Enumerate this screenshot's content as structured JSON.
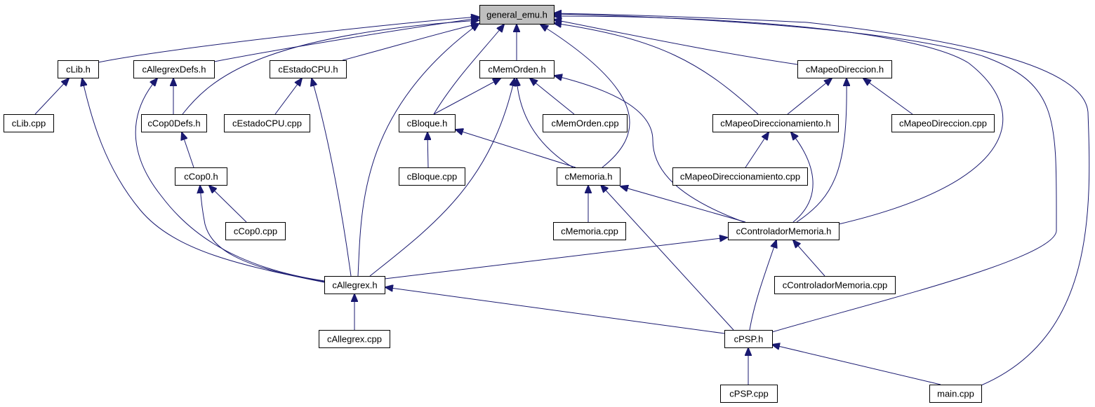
{
  "graph": {
    "root": "general_emu.h",
    "nodes": [
      {
        "id": "general_emu",
        "label": "general_emu.h",
        "root": true
      },
      {
        "id": "clib_h",
        "label": "cLib.h"
      },
      {
        "id": "callegrexdefs_h",
        "label": "cAllegrexDefs.h"
      },
      {
        "id": "cestadocpu_h",
        "label": "cEstadoCPU.h"
      },
      {
        "id": "cmemorden_h",
        "label": "cMemOrden.h"
      },
      {
        "id": "cmapeodireccion_h",
        "label": "cMapeoDireccion.h"
      },
      {
        "id": "clib_cpp",
        "label": "cLib.cpp"
      },
      {
        "id": "ccop0defs_h",
        "label": "cCop0Defs.h"
      },
      {
        "id": "cestadocpu_cpp",
        "label": "cEstadoCPU.cpp"
      },
      {
        "id": "cbloque_h",
        "label": "cBloque.h"
      },
      {
        "id": "cmemorden_cpp",
        "label": "cMemOrden.cpp"
      },
      {
        "id": "cmapeodireccionamiento_h",
        "label": "cMapeoDireccionamiento.h"
      },
      {
        "id": "cmapeodireccion_cpp",
        "label": "cMapeoDireccion.cpp"
      },
      {
        "id": "ccop0_h",
        "label": "cCop0.h"
      },
      {
        "id": "cbloque_cpp",
        "label": "cBloque.cpp"
      },
      {
        "id": "cmemoria_h",
        "label": "cMemoria.h"
      },
      {
        "id": "cmapeodireccionamiento_cpp",
        "label": "cMapeoDireccionamiento.cpp"
      },
      {
        "id": "ccop0_cpp",
        "label": "cCop0.cpp"
      },
      {
        "id": "cmemoria_cpp",
        "label": "cMemoria.cpp"
      },
      {
        "id": "ccontroladormemoria_h",
        "label": "cControladorMemoria.h"
      },
      {
        "id": "callegrex_h",
        "label": "cAllegrex.h"
      },
      {
        "id": "ccontroladormemoria_cpp",
        "label": "cControladorMemoria.cpp"
      },
      {
        "id": "callegrex_cpp",
        "label": "cAllegrex.cpp"
      },
      {
        "id": "cpsp_h",
        "label": "cPSP.h"
      },
      {
        "id": "cpsp_cpp",
        "label": "cPSP.cpp"
      },
      {
        "id": "main_cpp",
        "label": "main.cpp"
      }
    ],
    "edges": [
      {
        "from": "clib_h",
        "to": "general_emu"
      },
      {
        "from": "callegrexdefs_h",
        "to": "general_emu"
      },
      {
        "from": "ccop0defs_h",
        "to": "general_emu"
      },
      {
        "from": "cestadocpu_h",
        "to": "general_emu"
      },
      {
        "from": "callegrex_h",
        "to": "general_emu"
      },
      {
        "from": "cbloque_h",
        "to": "general_emu"
      },
      {
        "from": "cmemorden_h",
        "to": "general_emu"
      },
      {
        "from": "cmemoria_h",
        "to": "general_emu"
      },
      {
        "from": "cmapeodireccionamiento_h",
        "to": "general_emu"
      },
      {
        "from": "cmapeodireccion_h",
        "to": "general_emu"
      },
      {
        "from": "ccontroladormemoria_h",
        "to": "general_emu"
      },
      {
        "from": "cpsp_h",
        "to": "general_emu"
      },
      {
        "from": "main_cpp",
        "to": "general_emu"
      },
      {
        "from": "clib_cpp",
        "to": "clib_h"
      },
      {
        "from": "callegrex_h",
        "to": "clib_h"
      },
      {
        "from": "ccop0defs_h",
        "to": "callegrexdefs_h"
      },
      {
        "from": "callegrex_h",
        "to": "callegrexdefs_h"
      },
      {
        "from": "cestadocpu_cpp",
        "to": "cestadocpu_h"
      },
      {
        "from": "callegrex_h",
        "to": "cestadocpu_h"
      },
      {
        "from": "cbloque_h",
        "to": "cmemorden_h"
      },
      {
        "from": "cmemorden_cpp",
        "to": "cmemorden_h"
      },
      {
        "from": "cmemoria_h",
        "to": "cmemorden_h"
      },
      {
        "from": "callegrex_h",
        "to": "cmemorden_h"
      },
      {
        "from": "ccontroladormemoria_h",
        "to": "cmemorden_h"
      },
      {
        "from": "cmapeodireccionamiento_h",
        "to": "cmapeodireccion_h"
      },
      {
        "from": "cmapeodireccion_cpp",
        "to": "cmapeodireccion_h"
      },
      {
        "from": "ccontroladormemoria_h",
        "to": "cmapeodireccion_h"
      },
      {
        "from": "ccop0_h",
        "to": "ccop0defs_h"
      },
      {
        "from": "cbloque_cpp",
        "to": "cbloque_h"
      },
      {
        "from": "cmemoria_h",
        "to": "cbloque_h"
      },
      {
        "from": "cmapeodireccionamiento_cpp",
        "to": "cmapeodireccionamiento_h"
      },
      {
        "from": "ccontroladormemoria_h",
        "to": "cmapeodireccionamiento_h"
      },
      {
        "from": "ccop0_cpp",
        "to": "ccop0_h"
      },
      {
        "from": "callegrex_h",
        "to": "ccop0_h"
      },
      {
        "from": "cmemoria_cpp",
        "to": "cmemoria_h"
      },
      {
        "from": "ccontroladormemoria_h",
        "to": "cmemoria_h"
      },
      {
        "from": "cpsp_h",
        "to": "cmemoria_h"
      },
      {
        "from": "callegrex_h",
        "to": "ccontroladormemoria_h"
      },
      {
        "from": "ccontroladormemoria_cpp",
        "to": "ccontroladormemoria_h"
      },
      {
        "from": "cpsp_h",
        "to": "ccontroladormemoria_h"
      },
      {
        "from": "callegrex_cpp",
        "to": "callegrex_h"
      },
      {
        "from": "cpsp_h",
        "to": "callegrex_h"
      },
      {
        "from": "cpsp_cpp",
        "to": "cpsp_h"
      },
      {
        "from": "main_cpp",
        "to": "cpsp_h"
      }
    ]
  }
}
